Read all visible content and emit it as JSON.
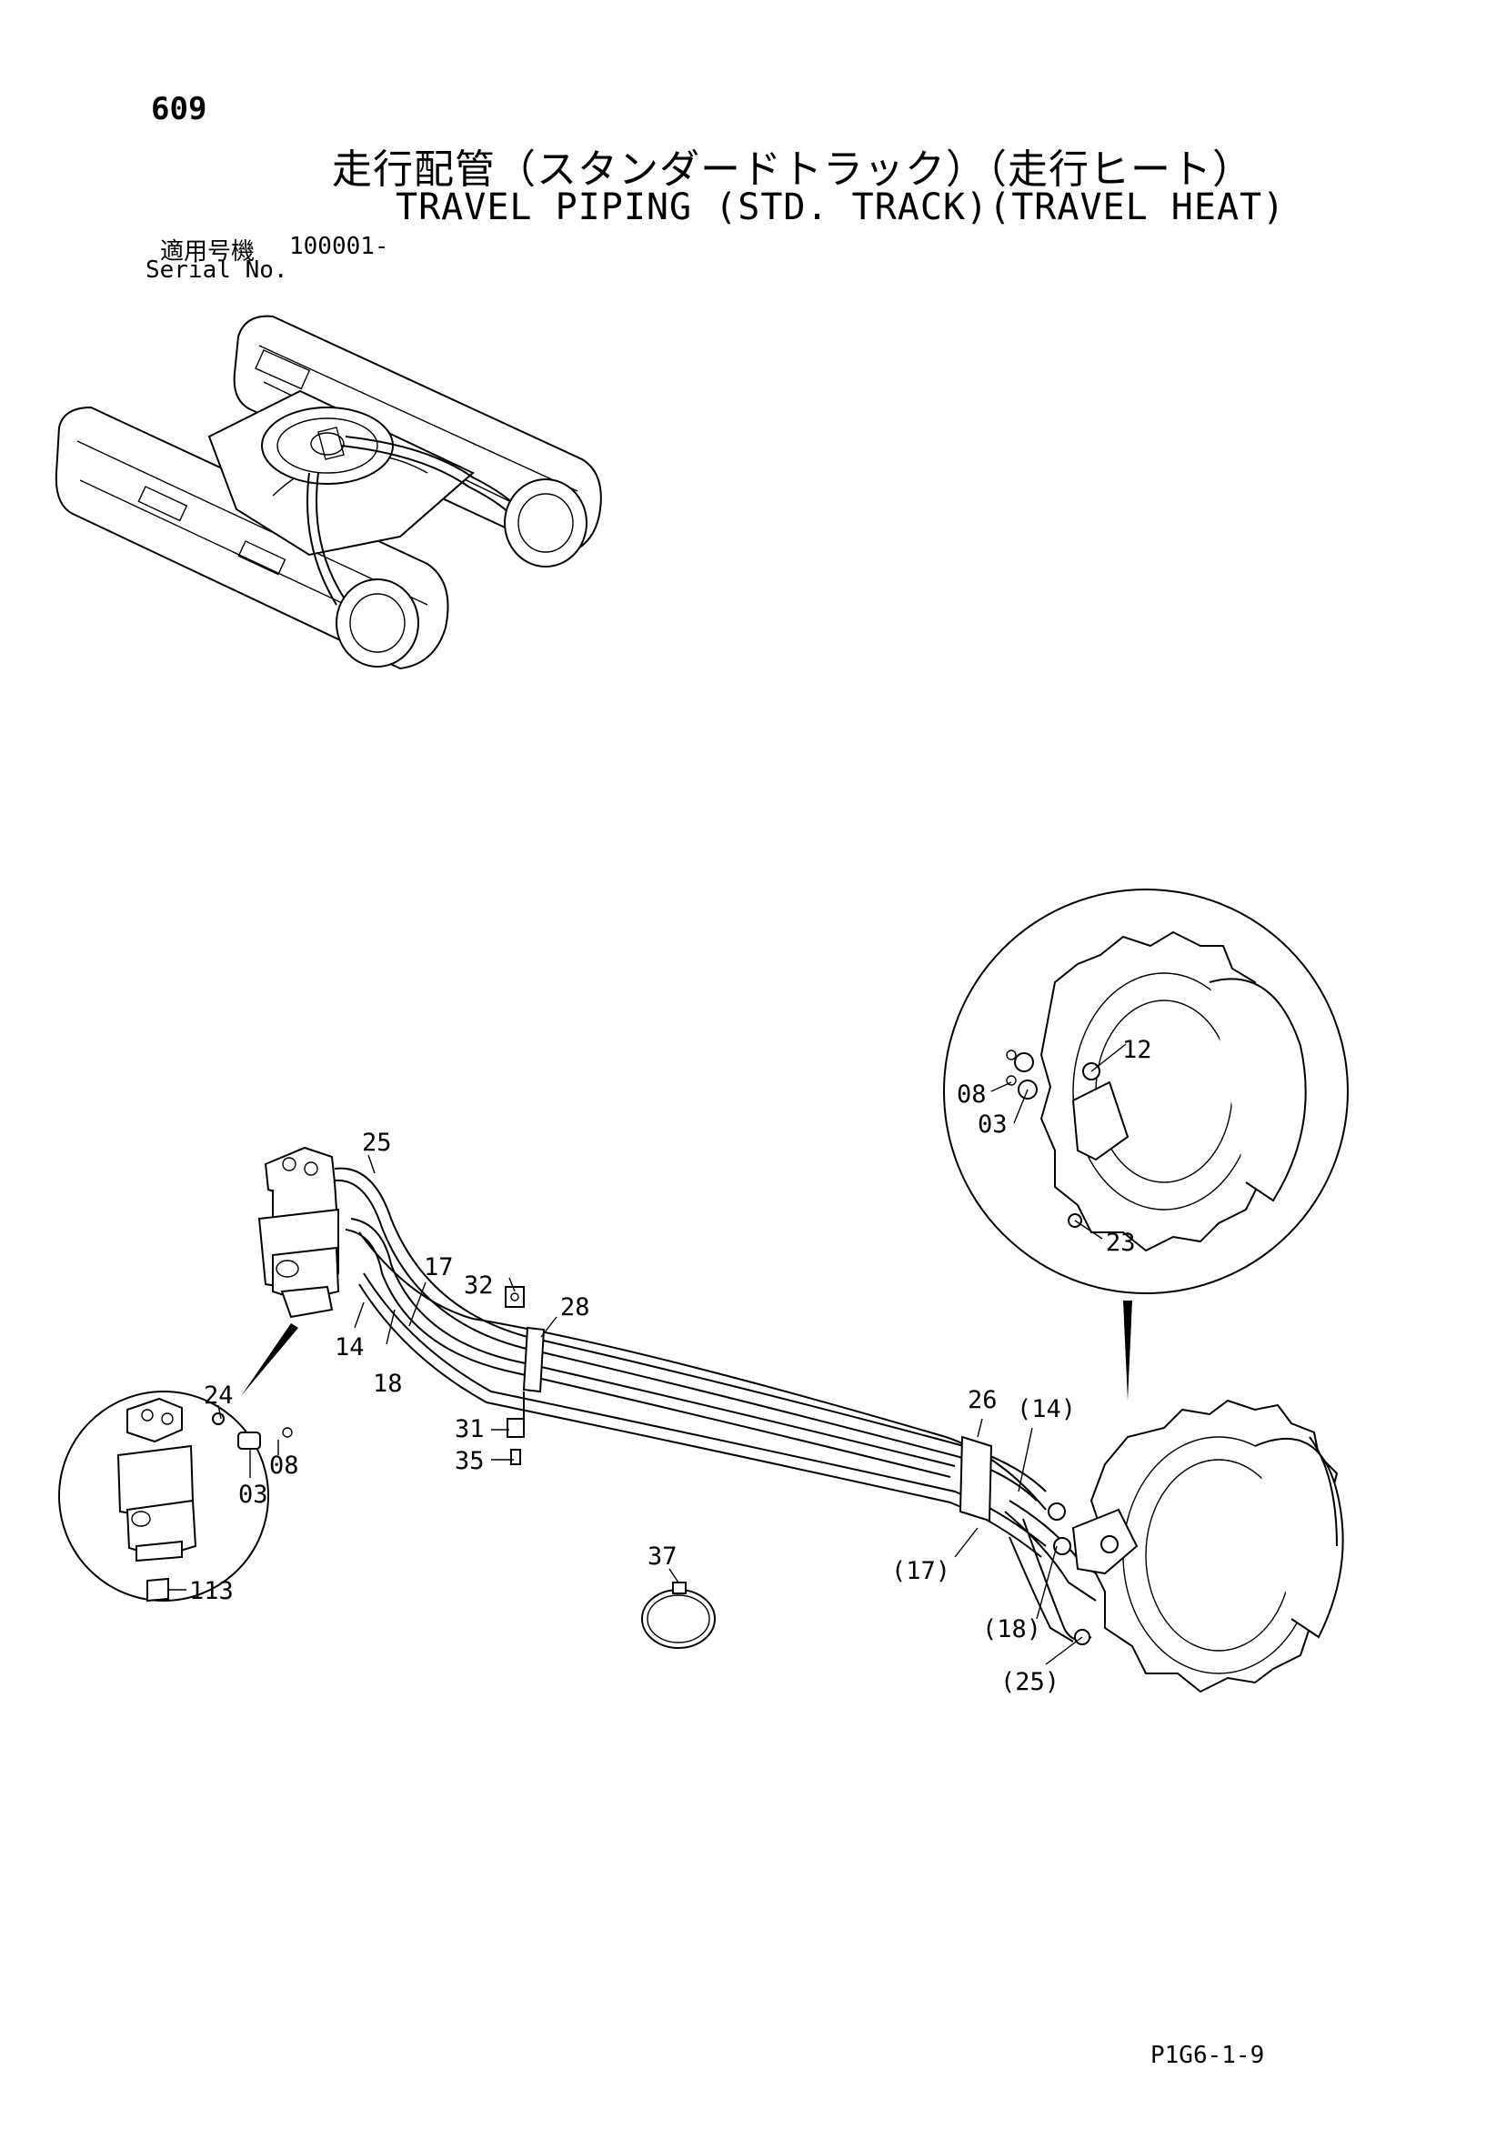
{
  "header": {
    "page_number": "609",
    "title_jp": "走行配管（スタンダードトラック）（走行ヒート）",
    "title_en": "TRAVEL PIPING (STD. TRACK)(TRAVEL HEAT)",
    "serial_label_jp": "適用号機",
    "serial_value": "100001-",
    "serial_label_en": "Serial No."
  },
  "callouts": {
    "c25": "25",
    "c17": "17",
    "c32": "32",
    "c28": "28",
    "c14": "14",
    "c18": "18",
    "c31": "31",
    "c35": "35",
    "c24": "24",
    "c08a": "08",
    "c03a": "03",
    "c113": "113",
    "c37": "37",
    "c26": "26",
    "c14p": "(14)",
    "c17p": "(17)",
    "c18p": "(18)",
    "c25p": "(25)",
    "c12": "12",
    "c08b": "08",
    "c03b": "03",
    "c23": "23"
  },
  "footer": {
    "code": "P1G6-1-9"
  }
}
